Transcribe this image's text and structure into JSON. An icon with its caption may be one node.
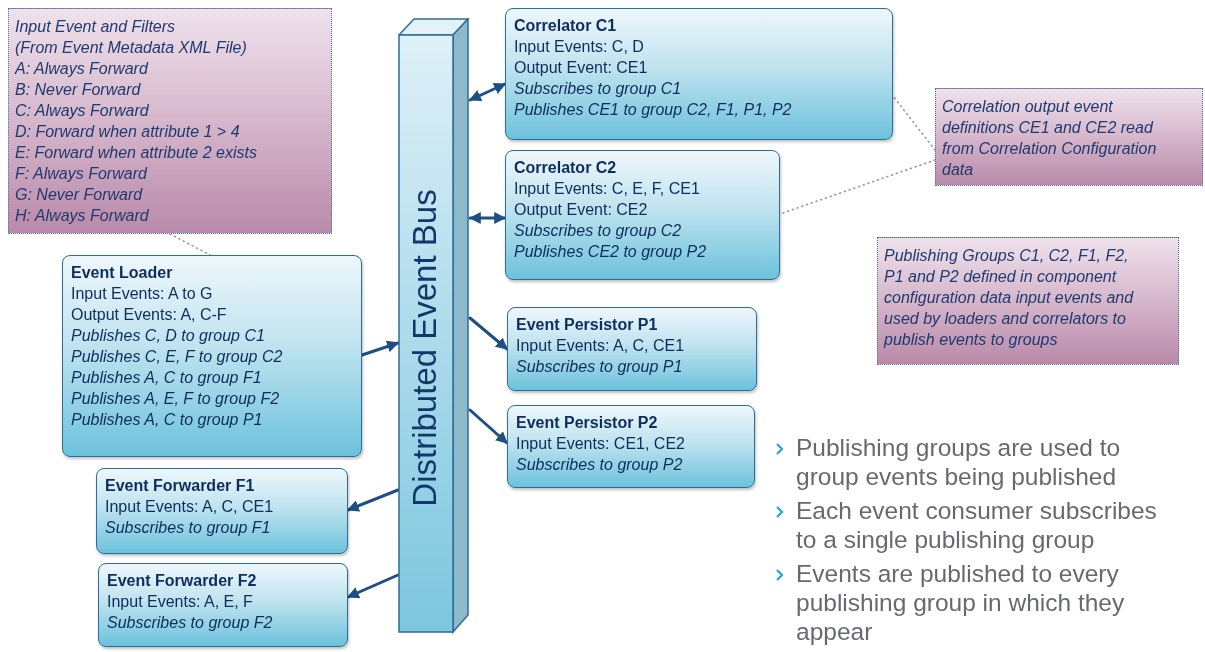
{
  "diagram": {
    "nodes": [
      {
        "text": [
          "Input Event and Filters",
          "(From Event Metadata XML File)",
          "A: Always Forward",
          "B: Never Forward",
          "C: Always Forward",
          "D: Forward when attribute 1 > 4",
          "E: Forward when attribute 2 exists",
          "F: Always Forward",
          "G: Never Forward",
          "H: Always Forward"
        ]
      },
      {
        "text": [
          "Distributed Event Bus"
        ]
      },
      {
        "text": [
          "Correlator C1",
          "Input Events: C, D",
          "Output Event: CE1",
          "Subscribes to group C1",
          "Publishes CE1 to group C2, F1, P1, P2"
        ]
      },
      {
        "text": [
          "Correlator C2",
          "Input Events: C, E, F, CE1",
          "Output Event: CE2",
          "Subscribes to group C2",
          "Publishes CE2 to group P2"
        ]
      },
      {
        "text": [
          "Correlation output event definitions CE1 and CE2 read from Correlation Configuration data"
        ]
      },
      {
        "text": [
          "Publishing Groups C1, C2, F1, F2, P1 and P2 defined in component configuration data input events and used by loaders and correlators to publish events to groups"
        ]
      },
      {
        "text": [
          "Event Loader",
          "Input Events: A to G",
          "Output Events: A, C-F",
          "Publishes C, D  to group C1",
          "Publishes C, E, F to group C2",
          "Publishes A, C to group F1",
          "Publishes A, E, F to group F2",
          "Publishes A, C to group P1"
        ]
      },
      {
        "text": [
          "Event Persistor P1",
          "Input Events: A, C, CE1",
          "Subscribes to group P1"
        ]
      },
      {
        "text": [
          "Event Persistor P2",
          "Input Events: CE1, CE2",
          "Subscribes to group P2"
        ]
      },
      {
        "text": [
          "Event Forwarder F1",
          "Input Events: A, C, CE1",
          "Subscribes to group F1"
        ]
      },
      {
        "text": [
          "Event Forwarder F2",
          "Input Events: A, E, F",
          "Subscribes to group F2"
        ]
      }
    ],
    "edges": [
      {
        "from": 0,
        "to": 6,
        "arrow": "none",
        "style": "dashed",
        "color": "#8a9bb0"
      },
      {
        "from": 1,
        "to": 2,
        "arrow": "both"
      },
      {
        "from": 1,
        "to": 3,
        "arrow": "both"
      },
      {
        "from": 6,
        "to": 1,
        "arrow": "to"
      },
      {
        "from": 1,
        "to": 7,
        "arrow": "to"
      },
      {
        "from": 1,
        "to": 8,
        "arrow": "to"
      },
      {
        "from": 1,
        "to": 9,
        "arrow": "to"
      },
      {
        "from": 1,
        "to": 10,
        "arrow": "to"
      },
      {
        "from": 4,
        "to": 2,
        "arrow": "none",
        "style": "dashed",
        "color": "#8a9bb0"
      },
      {
        "from": 4,
        "to": 3,
        "arrow": "none",
        "style": "dashed",
        "color": "#8a9bb0"
      }
    ],
    "labels": [
      "Publishing groups are used to group events being published",
      "Each event consumer subscribes to a single publishing group",
      "Events are published to every publishing group in which they appear"
    ]
  }
}
